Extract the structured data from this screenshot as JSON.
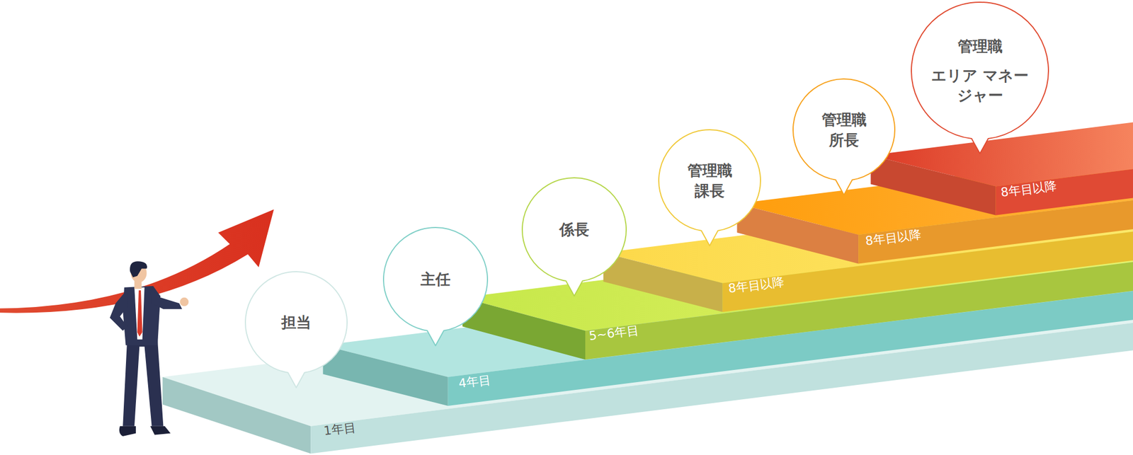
{
  "diagram": {
    "nodes": [
      {
        "text": [
          "担当"
        ]
      },
      {
        "text": [
          "主任"
        ]
      },
      {
        "text": [
          "係長"
        ]
      },
      {
        "text": [
          "管理職",
          "課長"
        ]
      },
      {
        "text": [
          "管理職",
          "所長"
        ]
      },
      {
        "text": [
          "管理職",
          "エリア マネージャー"
        ]
      }
    ],
    "labels": [
      "1年目",
      "4年目",
      "5~6年目",
      "8年目以降",
      "8年目以降",
      "8年目以降"
    ]
  }
}
